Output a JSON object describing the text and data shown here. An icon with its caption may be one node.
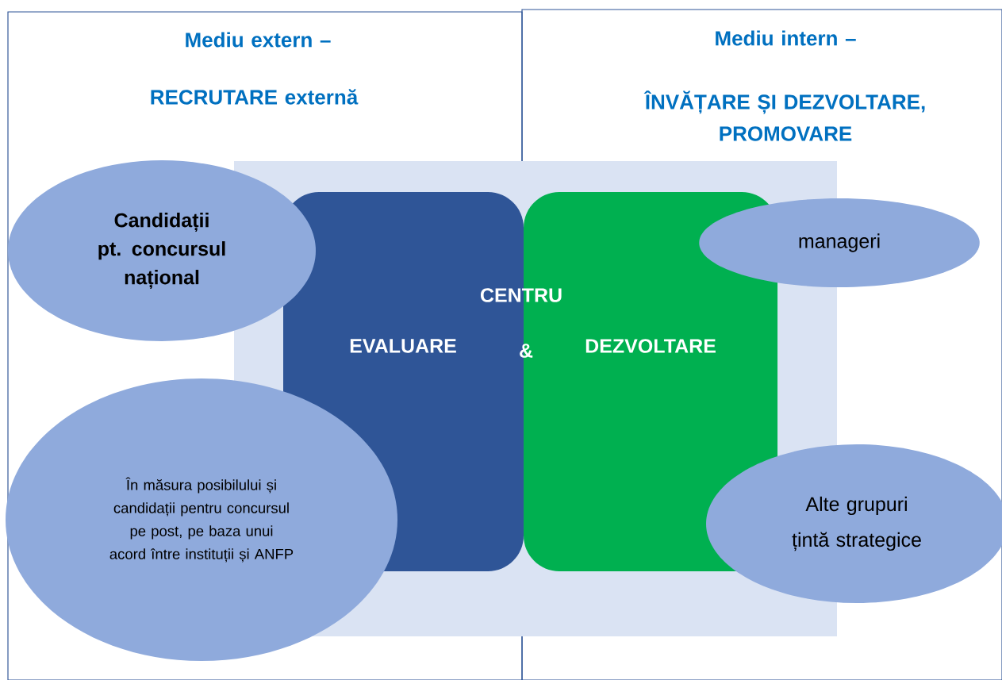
{
  "diagram": {
    "nodes": [
      {
        "text": [
          "Mediu extern –",
          "RECRUTARE externă"
        ]
      },
      {
        "text": [
          "Mediu intern –",
          "ÎNVĂȚARE ȘI DEZVOLTARE, PROMOVARE"
        ]
      },
      {
        "text": [
          "EVALUARE"
        ],
        "in": 0
      },
      {
        "text": [
          "DEZVOLTARE"
        ],
        "in": 1
      },
      {
        "text": [
          "Candidații pt. concursul național"
        ],
        "in": 0
      },
      {
        "text": [
          "În măsura posibilului și candidații pentru concursul pe post, pe baza unui acord între instituții și ANFP"
        ],
        "in": 0
      },
      {
        "text": [
          "manageri"
        ],
        "in": 1
      },
      {
        "text": [
          "Alte grupuri țintă strategice"
        ],
        "in": 1
      }
    ],
    "labels": [
      "CENTRU",
      "&"
    ]
  }
}
